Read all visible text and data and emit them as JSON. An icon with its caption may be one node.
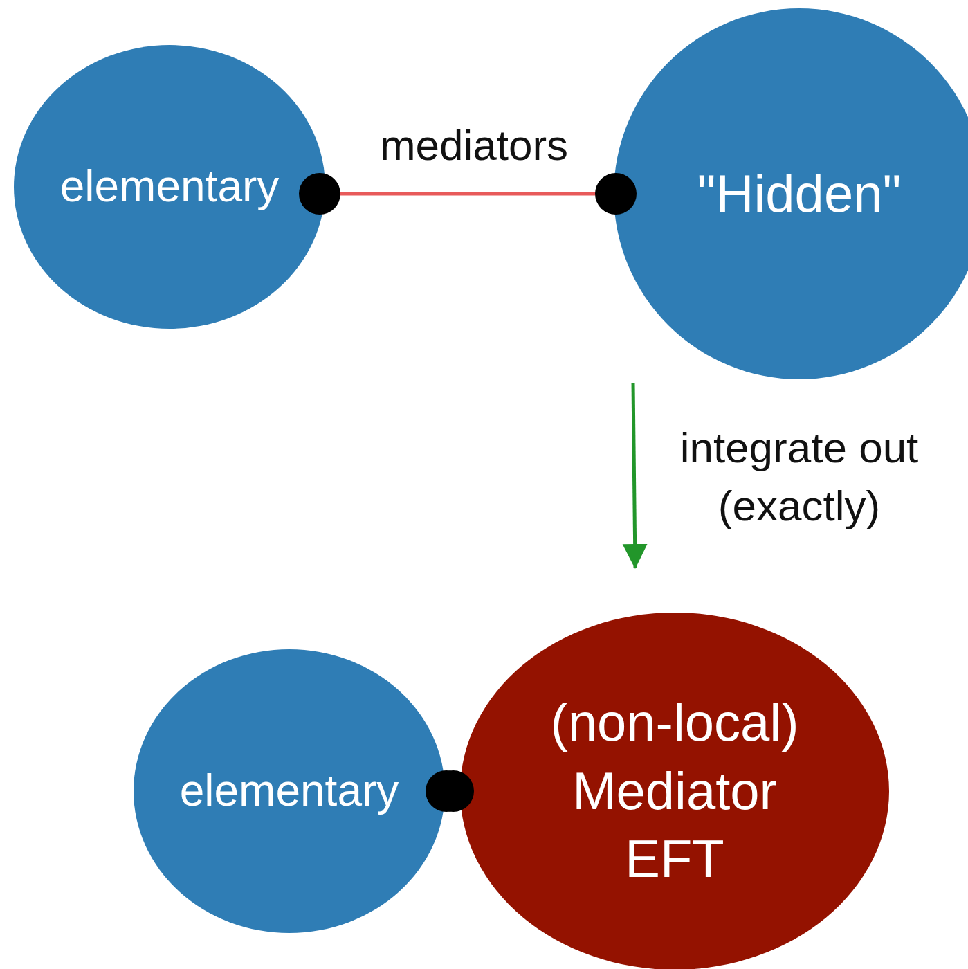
{
  "diagram": {
    "nodes": [
      {
        "text": [
          "elementary"
        ]
      },
      {
        "text": [
          "\"Hidden\""
        ]
      },
      {
        "text": [
          "elementary"
        ]
      },
      {
        "text": [
          "(non-local) Mediator EFT"
        ]
      }
    ],
    "edges": [
      {
        "from": 0,
        "to": 1,
        "arrow": "other",
        "label": "mediators",
        "color": "#e85a5a"
      },
      {
        "from": 1,
        "to": 3,
        "arrow": "to",
        "label": "integrate out (exactly)",
        "color": "#22962a"
      },
      {
        "from": 2,
        "to": 3,
        "arrow": "other",
        "color": "#000000"
      }
    ]
  }
}
